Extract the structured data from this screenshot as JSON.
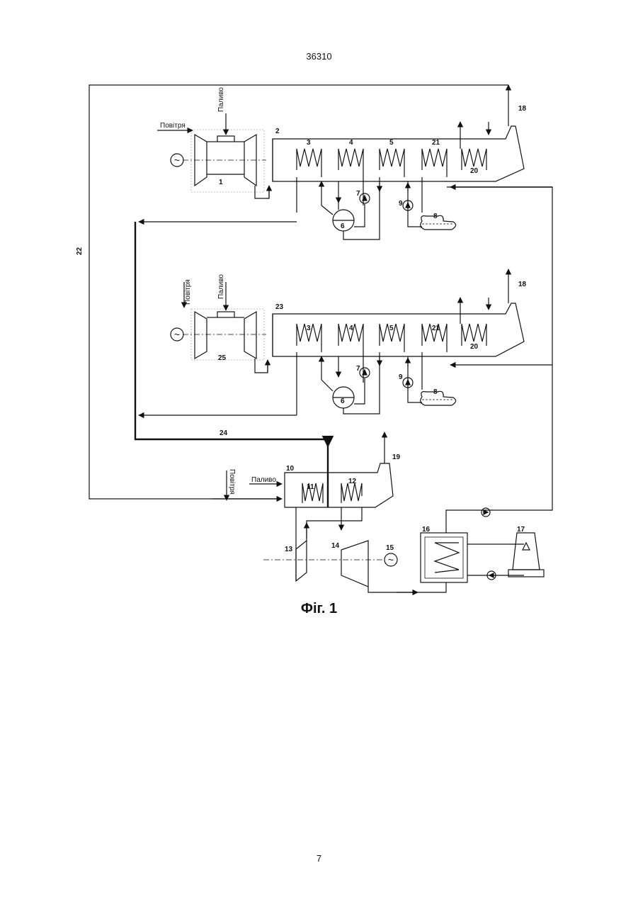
{
  "page": {
    "doc_number": "36310",
    "page_number": "7"
  },
  "figure": {
    "caption": "Фіг. 1",
    "labels": {
      "air": "Повітря",
      "fuel": "Паливо",
      "generator_symbol": "~",
      "n1": "1",
      "n2": "2",
      "n3": "3",
      "n4": "4",
      "n5": "5",
      "n6": "6",
      "n7": "7",
      "n8": "8",
      "n9": "9",
      "n10": "10",
      "n11": "11",
      "n12": "12",
      "n13": "13",
      "n14": "14",
      "n15": "15",
      "n16": "16",
      "n17": "17",
      "n18": "18",
      "n19": "19",
      "n20": "20",
      "n21": "21",
      "n22": "22",
      "n23": "23",
      "n24": "24",
      "n25": "25"
    }
  }
}
